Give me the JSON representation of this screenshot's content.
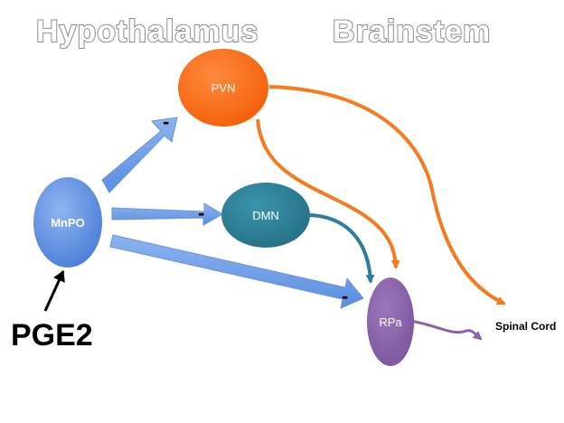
{
  "regions": {
    "hypothalamus": "Hypothalamus",
    "brainstem": "Brainstem"
  },
  "nodes": {
    "mnpo": "MnPO",
    "pvn": "PVN",
    "dmn": "DMN",
    "rpa": "RPa"
  },
  "stimulus": "PGE2",
  "target": "Spinal Cord",
  "inhibition_mark": "-",
  "colors": {
    "mnpo": "#5b8fe0",
    "pvn": "#ff6a0f",
    "dmn": "#2b7f96",
    "rpa": "#8a63aa",
    "blue_arrow": "#6d9de6",
    "orange_path": "#f47b20",
    "teal_path": "#2e7f95",
    "purple_path": "#8a63aa"
  }
}
